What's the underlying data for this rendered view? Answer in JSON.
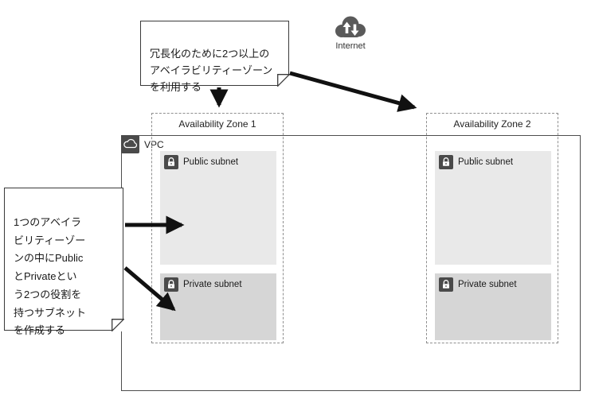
{
  "callouts": {
    "redundancy": {
      "text": "冗長化のために2つ以上の\nアベイラビリティーゾーン\nを利用する"
    },
    "subnet_roles": {
      "text": "1つのアベイラ\nビリティーゾー\nンの中にPublic\nとPrivateとい\nう2つの役割を\n持つサブネット\nを作成する"
    }
  },
  "internet": {
    "label": "Internet",
    "icon": "internet-cloud-arrows-icon"
  },
  "vpc": {
    "label": "VPC",
    "icon": "vpc-cloud-icon"
  },
  "zones": [
    {
      "label": "Availability Zone 1",
      "subnets": [
        {
          "label": "Public subnet",
          "icon": "lock-icon"
        },
        {
          "label": "Private subnet",
          "icon": "lock-icon"
        }
      ]
    },
    {
      "label": "Availability Zone 2",
      "subnets": [
        {
          "label": "Public subnet",
          "icon": "lock-icon"
        },
        {
          "label": "Private subnet",
          "icon": "lock-icon"
        }
      ]
    }
  ],
  "colors": {
    "public_subnet_fill": "#e9e9e9",
    "private_subnet_fill": "#d6d6d6",
    "icon_dark": "#4a4a4a",
    "cloud_gray": "#5a5a5a",
    "arrow": "#111111",
    "border_dark": "#3a3a3a",
    "dashed_border": "#8f8f8f"
  }
}
